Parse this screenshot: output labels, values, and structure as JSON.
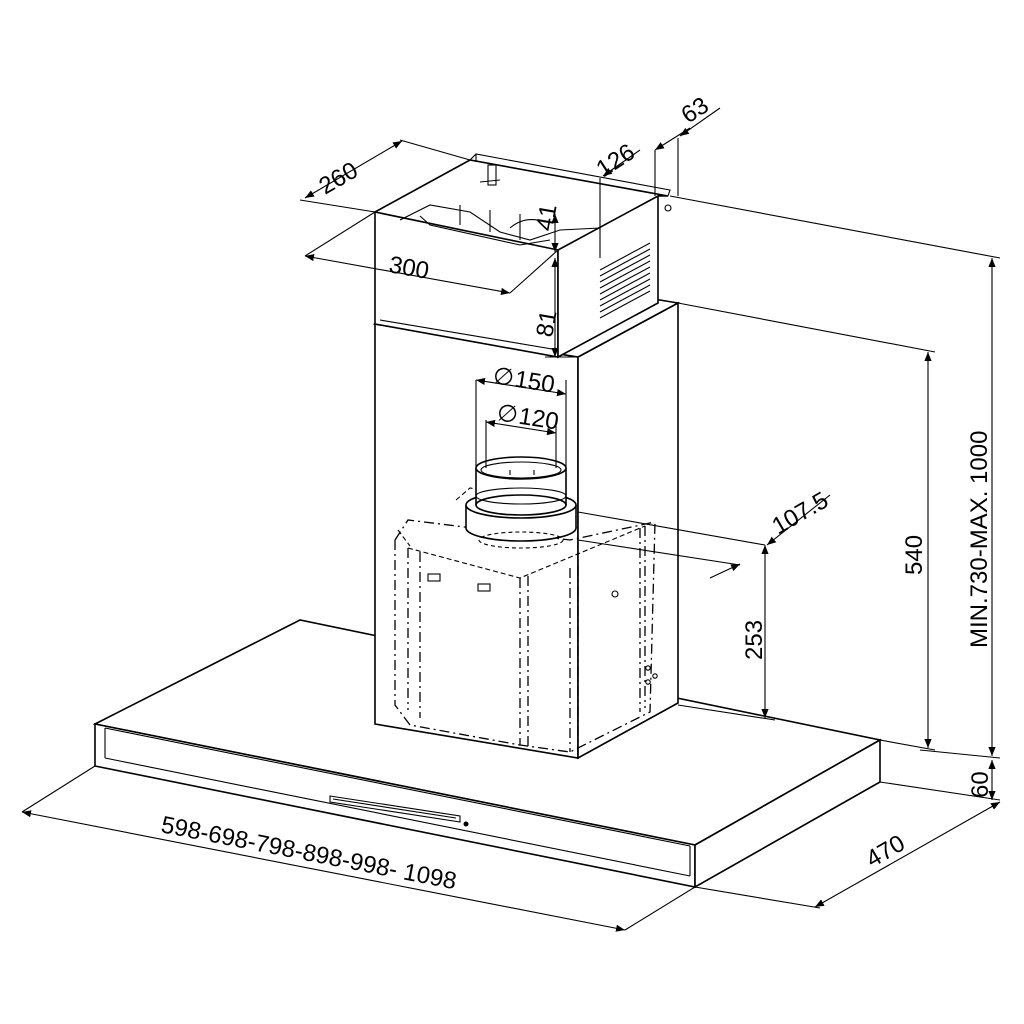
{
  "drawing": {
    "dimensions": {
      "chimney_depth": "260",
      "chimney_width": "300",
      "bracket_height": "41",
      "bracket_offset": "126",
      "bracket_side": "63",
      "chimney_overlap": "81",
      "outlet_outer": "150",
      "outlet_inner": "120",
      "outlet_offset": "107.5",
      "motor_height": "253",
      "body_height": "540",
      "total_height": "MIN.730-MAX. 1000",
      "canopy_thickness": "60",
      "canopy_depth": "470",
      "canopy_widths": "598-698-798-898-998- 1098"
    },
    "symbols": {
      "diameter": "∅"
    }
  }
}
